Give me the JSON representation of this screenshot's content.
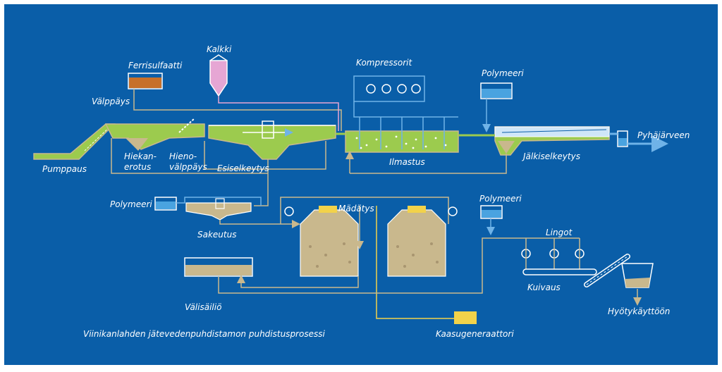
{
  "caption": "Viinikanlahden jätevedenpuhdistamon puhdistusprosessi",
  "labels": {
    "kalkki": "Kalkki",
    "ferrisulfaatti": "Ferrisulfaatti",
    "valppays": "Välppäys",
    "pumppaus": "Pumppaus",
    "hiekanerotus_1": "Hiekan-",
    "hiekanerotus_2": "erotus",
    "hienovalppays_1": "Hieno-",
    "hienovalppays_2": "välppäys",
    "esiselkeytys": "Esiselkeytys",
    "kompressorit": "Kompressorit",
    "ilmastus": "Ilmastus",
    "polymeeri_top": "Polymeeri",
    "jalkiselkeytys": "Jälkiselkeytys",
    "pyhajarveen": "Pyhäjärveen",
    "polymeeri_left": "Polymeeri",
    "sakeutus": "Sakeutus",
    "madatys": "Mädätys",
    "polymeeri_right": "Polymeeri",
    "lingot": "Lingot",
    "kuivaus": "Kuivaus",
    "hyotykayttoon": "Hyötykäyttöön",
    "valisailio": "Välisäiliö",
    "kaasugeneraattori": "Kaasugeneraattori"
  },
  "colors": {
    "background": "#0a5ea8",
    "water": "#9ccb4e",
    "sludge": "#c9b88d",
    "pipe_tan": "#c9b88d",
    "pipe_blue": "#6fb3e8",
    "pipe_pink": "#e6a6d4",
    "chemical_blue": "#4aa3e0",
    "ferrisulfate": "#c7702a",
    "gas_yellow": "#f2d24a",
    "pipe_orange": "#c08a3a"
  }
}
